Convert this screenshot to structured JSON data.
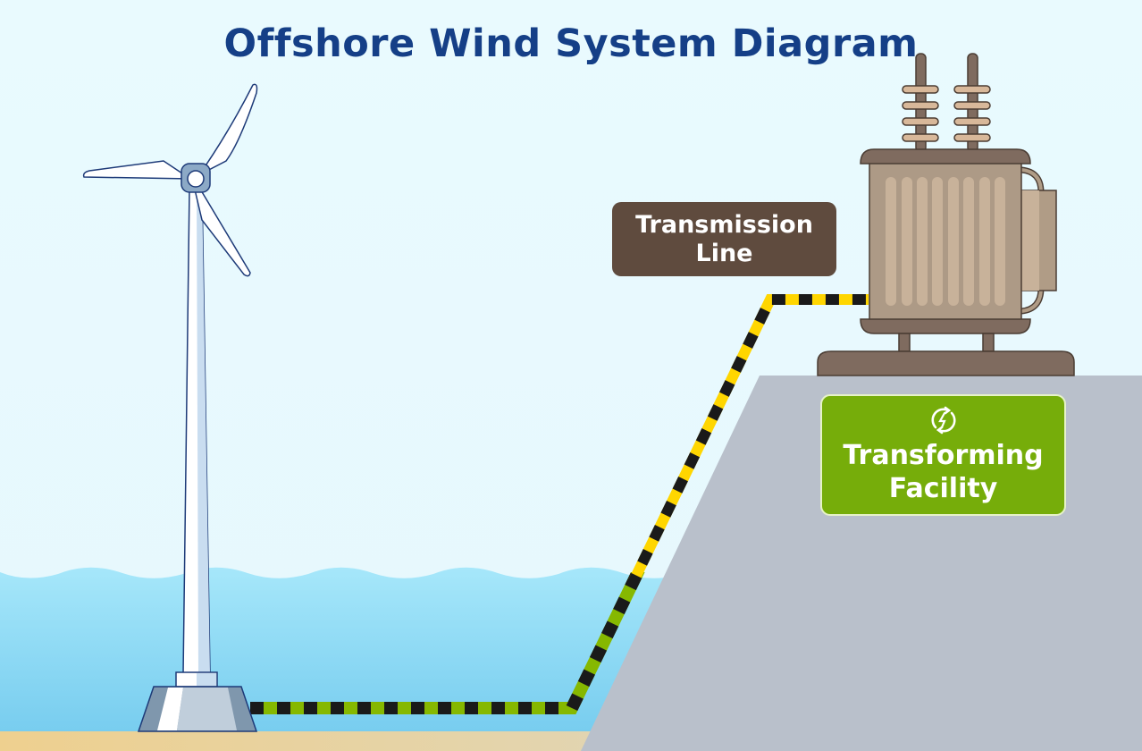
{
  "title": "Offshore Wind System Diagram",
  "labels": {
    "transmission_line": [
      "Transmission",
      "Line"
    ],
    "transforming_facility": [
      "Transforming",
      "Facility"
    ]
  },
  "icons": {
    "facility_icon": "power-cycle-icon"
  },
  "colors": {
    "title": "#153f87",
    "sky": "#e8f9fd",
    "water": "#8fdcf4",
    "land": "#b9c0cb",
    "transmission_label_bg": "#5f4b3e",
    "facility_label_bg": "#76ad0a",
    "cable_underwater": "#86b800",
    "cable_above": "#ffd600",
    "cable_dash": "#1a1a1a"
  }
}
